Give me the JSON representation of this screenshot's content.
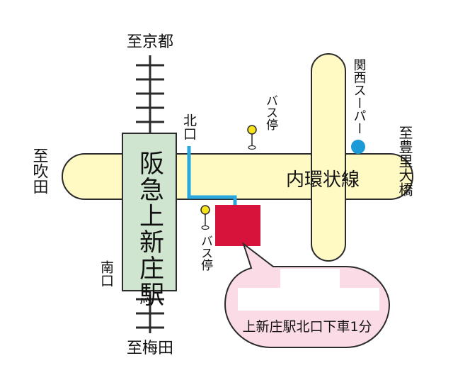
{
  "colors": {
    "road_fill": "#fff9c4",
    "road_stroke": "#2b2b2b",
    "station_fill": "#cfe5cf",
    "station_stroke": "#2b2b2b",
    "route_line": "#29a8e0",
    "destination": "#d7133b",
    "callout_fill": "#fbdbe6",
    "callout_stroke": "#2b2b2b",
    "bus_stop": "#f7e31b",
    "store_dot": "#1a9ad6",
    "text": "#111111"
  },
  "rail": {
    "north_label": "至京都",
    "south_label": "至梅田"
  },
  "station": {
    "name": "阪急上新庄駅",
    "north_exit": "北口",
    "south_exit": "南口"
  },
  "roads": {
    "west_label": "至吹田",
    "east_label": "至豊里大橋",
    "ring_road": "内環状線"
  },
  "landmarks": {
    "supermarket": "関西スーパー",
    "bus_stop_label": "バス停"
  },
  "callout": {
    "access_text": "上新庄駅北口下車1分"
  }
}
